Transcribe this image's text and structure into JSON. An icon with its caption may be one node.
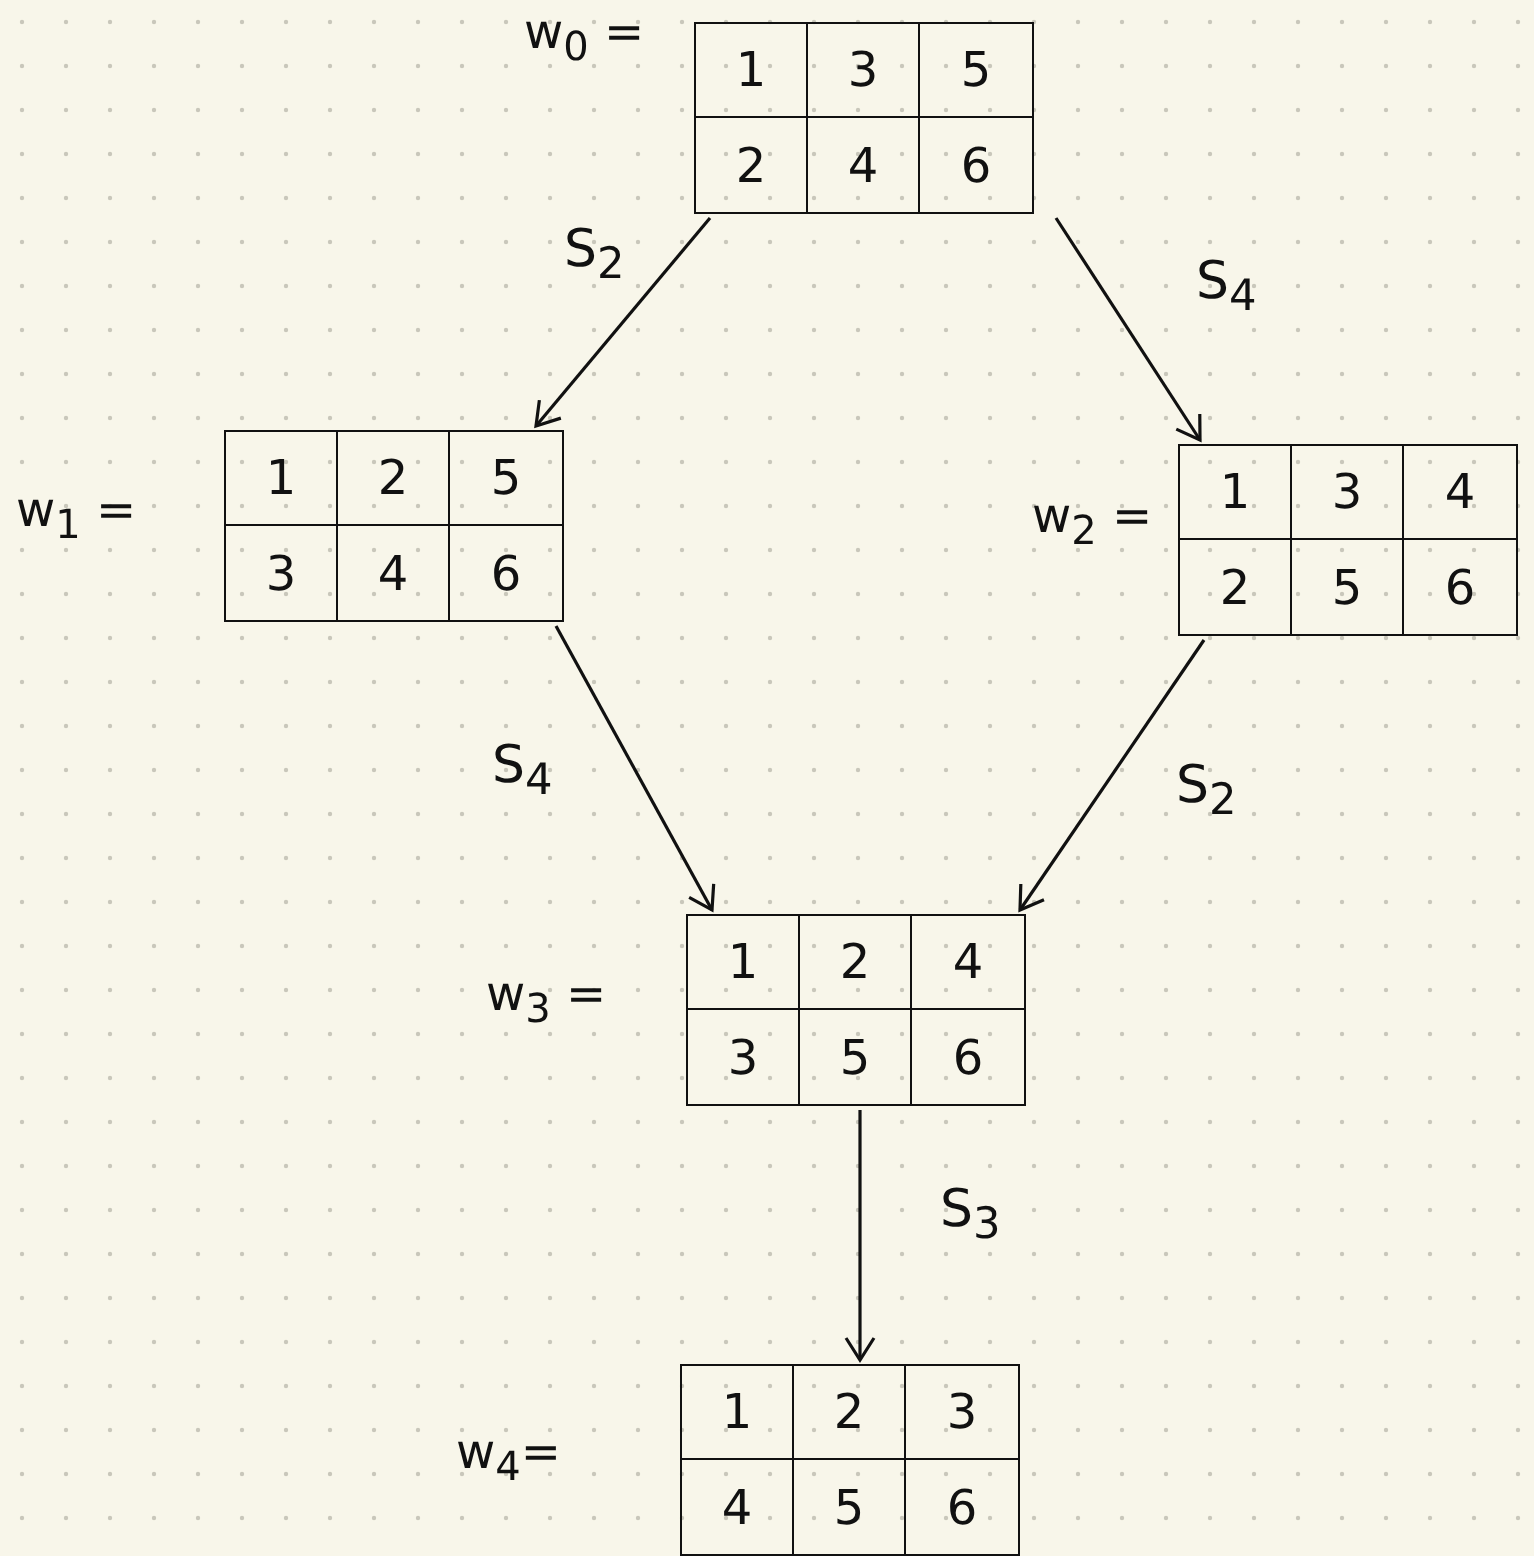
{
  "diagram": {
    "nodes": [
      {
        "text": [
          "w$_{0}$ =",
          "1",
          "3",
          "5",
          "2",
          "4",
          "6"
        ]
      },
      {
        "text": [
          "w$_{1}$ =",
          "1",
          "2",
          "5",
          "3",
          "4",
          "6"
        ]
      },
      {
        "text": [
          "w$_{2}$ =",
          "1",
          "3",
          "4",
          "2",
          "5",
          "6"
        ]
      },
      {
        "text": [
          "w$_{3}$ =",
          "1",
          "2",
          "4",
          "3",
          "5",
          "6"
        ]
      },
      {
        "text": [
          "w$_{4}$=",
          "1",
          "2",
          "3",
          "4",
          "5",
          "6"
        ]
      }
    ],
    "edges": [
      {
        "from": 0,
        "to": 1,
        "arrow": "to",
        "label": "S$_{2}$"
      },
      {
        "from": 0,
        "to": 2,
        "arrow": "to",
        "label": "S$_{4}$"
      },
      {
        "from": 1,
        "to": 3,
        "arrow": "to",
        "label": "S$_{4}$"
      },
      {
        "from": 2,
        "to": 3,
        "arrow": "to",
        "label": "S$_{2}$"
      },
      {
        "from": 3,
        "to": 4,
        "arrow": "to",
        "label": "S$_{3}$"
      }
    ]
  }
}
